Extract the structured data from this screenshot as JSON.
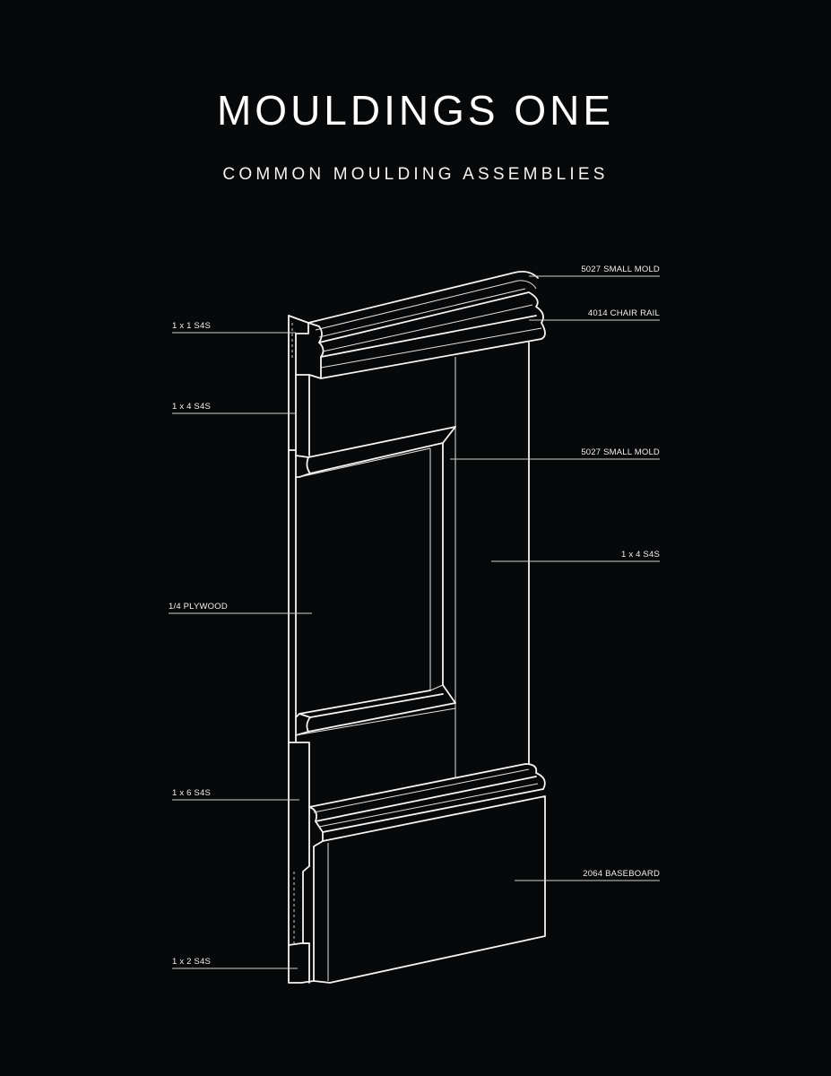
{
  "title": "MOULDINGS ONE",
  "subtitle": "COMMON MOULDING ASSEMBLIES",
  "colors": {
    "background": "#07080a",
    "linework": "#f4f4f4",
    "leader": "#cfcfcf"
  },
  "labels_left": [
    "1 x 1 S4S",
    "1 x 4 S4S",
    "1/4 PLYWOOD",
    "1 x 6 S4S",
    "1 x 2 S4S"
  ],
  "labels_right": [
    "5027 SMALL MOLD",
    "4014 CHAIR RAIL",
    "5027 SMALL MOLD",
    "1 x 4 S4S",
    "2064 BASEBOARD"
  ]
}
